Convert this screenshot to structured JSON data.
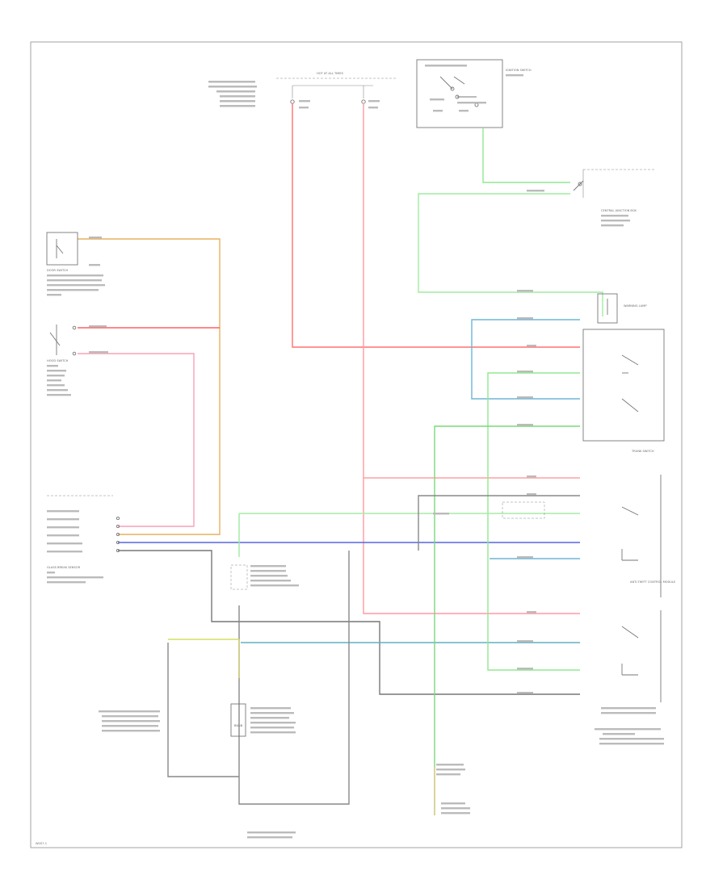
{
  "wire_colors": {
    "red": "#ff6a6a",
    "orange": "#e8a040",
    "green": "#7ee07e",
    "blue": "#5b73e6",
    "cyan_blue": "#5aa5c8",
    "gray": "#888888",
    "yellow_green": "#c8e05a",
    "pink": "#f2a0b4",
    "tan": "#e0c070"
  },
  "components": [
    {
      "id": "fuse_box",
      "label": "HOT AT ALL TIMES"
    },
    {
      "id": "ignition_switch",
      "label": "IGNITION SWITCH"
    },
    {
      "id": "central_junction",
      "label": "CENTRAL JUNCTION BOX"
    },
    {
      "id": "door_switch",
      "label": "DOOR SWITCH"
    },
    {
      "id": "trunk_switch",
      "label": "TRUNK SWITCH"
    },
    {
      "id": "hood_switch",
      "label": "HOOD SWITCH"
    },
    {
      "id": "glass_sensor",
      "label": "GLASS BREAK SENSOR"
    },
    {
      "id": "pcm",
      "label": "ANTI-THEFT CONTROL MODULE"
    },
    {
      "id": "warning_lamp",
      "label": "WARNING LAMP"
    },
    {
      "id": "bulb",
      "label": "BULB"
    }
  ],
  "footer": {
    "code": "W0S7-1"
  }
}
